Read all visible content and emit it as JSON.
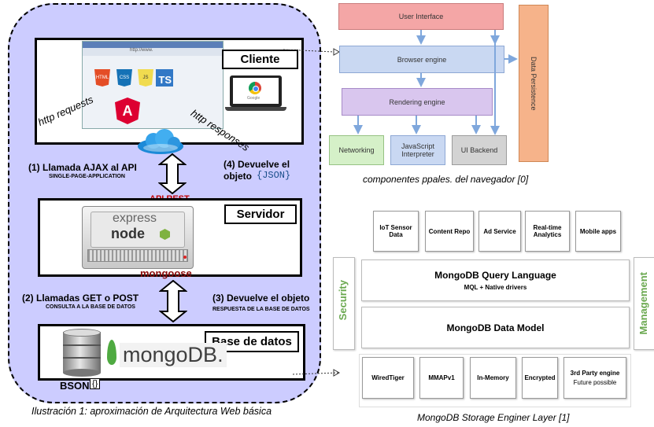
{
  "left": {
    "client_label": "Cliente",
    "server_label": "Servidor",
    "db_label": "Base de datos",
    "http_requests": "http requests",
    "http_responses": "http responses",
    "step1": "(1) Llamada AJAX al API",
    "step1_sub": "SINGLE-PAGE-APPLICATION",
    "step4_line1": "(4) Devuelve el",
    "step4_line2": "objeto",
    "json": "{JSON}",
    "api_rest": "API REST",
    "step2": "(2) Llamadas GET o POST",
    "step2_sub": "CONSULTA A LA BASE DE DATOS",
    "step3": "(3) Devuelve el objeto",
    "step3_sub": "RESPUESTA DE LA BASE DE DATOS",
    "mongoose": "mongoose",
    "express": "express",
    "node": "node",
    "mongodb": "mongoDB.",
    "bson": "BSON",
    "bson_bracket": "{}",
    "browser_url": "http://www.",
    "caption": "Ilustración 1: aproximación de Arquitectura Web básica",
    "icons": [
      "HTML",
      "CSS",
      "JS",
      "TS"
    ],
    "chrome_label": "Google"
  },
  "browser": {
    "user_interface": "User  Interface",
    "browser_engine": "Browser engine",
    "rendering_engine": "Rendering engine",
    "data_persistence": "Data Persistence",
    "networking": "Networking",
    "js_interpreter": "JavaScript Interpreter",
    "ui_backend": "UI Backend",
    "caption": "componentes ppales. del navegador [0]"
  },
  "mongo": {
    "top_boxes": [
      "IoT Sensor Data",
      "Content Repo",
      "Ad Service",
      "Real-time Analytics",
      "Mobile apps"
    ],
    "security": "Security",
    "management": "Management",
    "query_lang": "MongoDB Query Language",
    "query_sub": "MQL + Native drivers",
    "data_model": "MongoDB Data Model",
    "engines": [
      "WiredTiger",
      "MMAPv1",
      "In-Memory",
      "Encrypted"
    ],
    "third_party": "3rd Party engine",
    "third_party_sub": "Future possible",
    "caption": "MongoDB Storage Enginer Layer [1]"
  },
  "colors": {
    "lavender": "#ccccff",
    "ui_red": "#f4a6a6",
    "engine_blue": "#c9d8f2",
    "render_purple": "#d9c6ee",
    "networking_green": "#d5f0c8",
    "backend_gray": "#d3d3d3",
    "persistence_orange": "#f6b38a",
    "green_label": "#6aa84f"
  }
}
